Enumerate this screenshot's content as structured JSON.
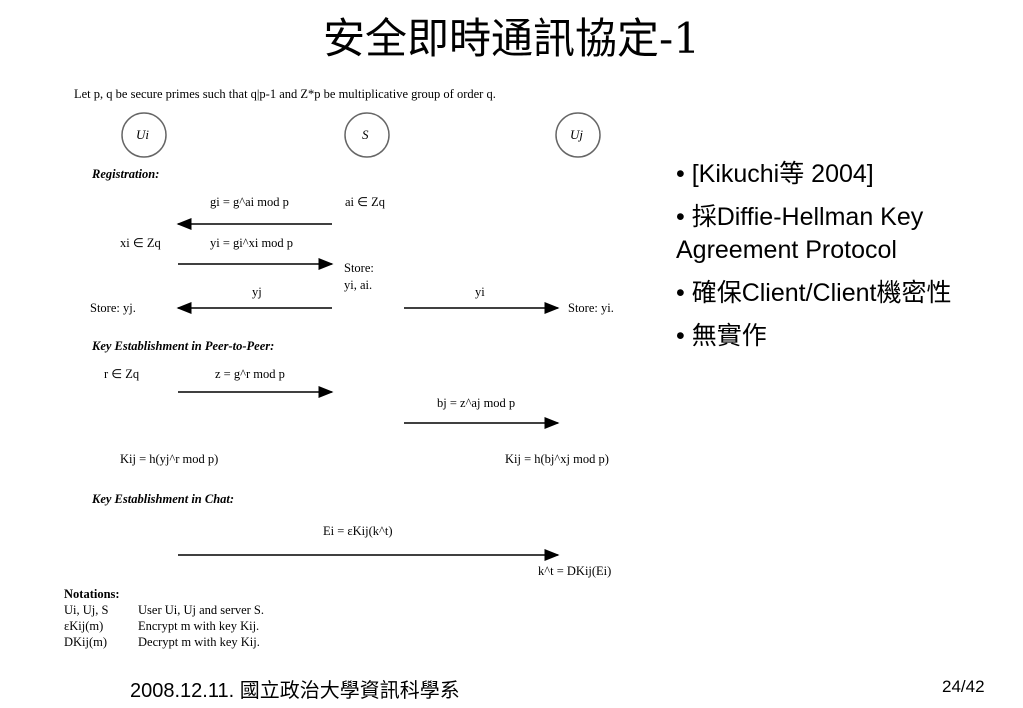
{
  "title": "安全即時通訊協定-1",
  "diagram": {
    "intro": "Let p, q be secure primes such that q|p-1 and Z*p be multiplicative group of order q.",
    "nodes": [
      "Ui",
      "S",
      "Uj"
    ],
    "registration": {
      "header": "Registration:",
      "g_i": "gi = g^ai mod p",
      "a_i": "ai ∈ Zq",
      "x_i": "xi ∈ Zq",
      "y_i": "yi = gi^xi mod p",
      "store_label": "Store:",
      "store_values": "yi, ai.",
      "y_j": "yj",
      "y_i_right": "yi",
      "store_left": "Store: yj.",
      "store_right": "Store: yi."
    },
    "peer": {
      "header": "Key Establishment in Peer-to-Peer:",
      "r": "r ∈ Zq",
      "z": "z = g^r mod p",
      "b_j": "bj = z^aj mod p",
      "k_left": "Kij = h(yj^r mod p)",
      "k_right": "Kij = h(bj^xj mod p)"
    },
    "chat": {
      "header": "Key Establishment in Chat:",
      "e_i": "Ei = εKij(k^t)",
      "k_t": "k^t = DKij(Ei)"
    },
    "notations": {
      "header": "Notations:",
      "rows": [
        {
          "sym": "Ui, Uj, S",
          "desc": "User Ui, Uj and server S."
        },
        {
          "sym": "εKij(m)",
          "desc": "Encrypt m with key Kij."
        },
        {
          "sym": "DKij(m)",
          "desc": "Decrypt m with key Kij."
        }
      ]
    }
  },
  "bullets": [
    "• [Kikuchi等 2004]",
    "• 採Diffie-Hellman Key Agreement Protocol",
    "• 確保Client/Client機密性",
    "• 無實作"
  ],
  "footer": {
    "date": "2008.12.11. 國立政治大學資訊科學系",
    "page": "24/42"
  }
}
